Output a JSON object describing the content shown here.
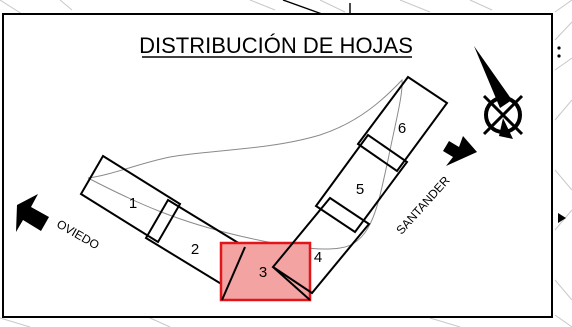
{
  "title": "DISTRIBUCIÓN DE HOJAS",
  "directions": {
    "left": "OVIEDO",
    "right": "SANTANDER"
  },
  "sheets": [
    {
      "number": "1",
      "highlighted": false
    },
    {
      "number": "2",
      "highlighted": false
    },
    {
      "number": "3",
      "highlighted": true
    },
    {
      "number": "4",
      "highlighted": false
    },
    {
      "number": "5",
      "highlighted": false
    },
    {
      "number": "6",
      "highlighted": false
    }
  ],
  "colors": {
    "highlight_fill": "#f4a3a3",
    "highlight_stroke": "#e0161a",
    "line": "#000000",
    "track": "#8a8a8a",
    "background_lines": "#c8c8c8"
  },
  "icons": [
    "north-arrow-icon",
    "direction-arrow-left-icon",
    "direction-arrow-right-icon"
  ]
}
